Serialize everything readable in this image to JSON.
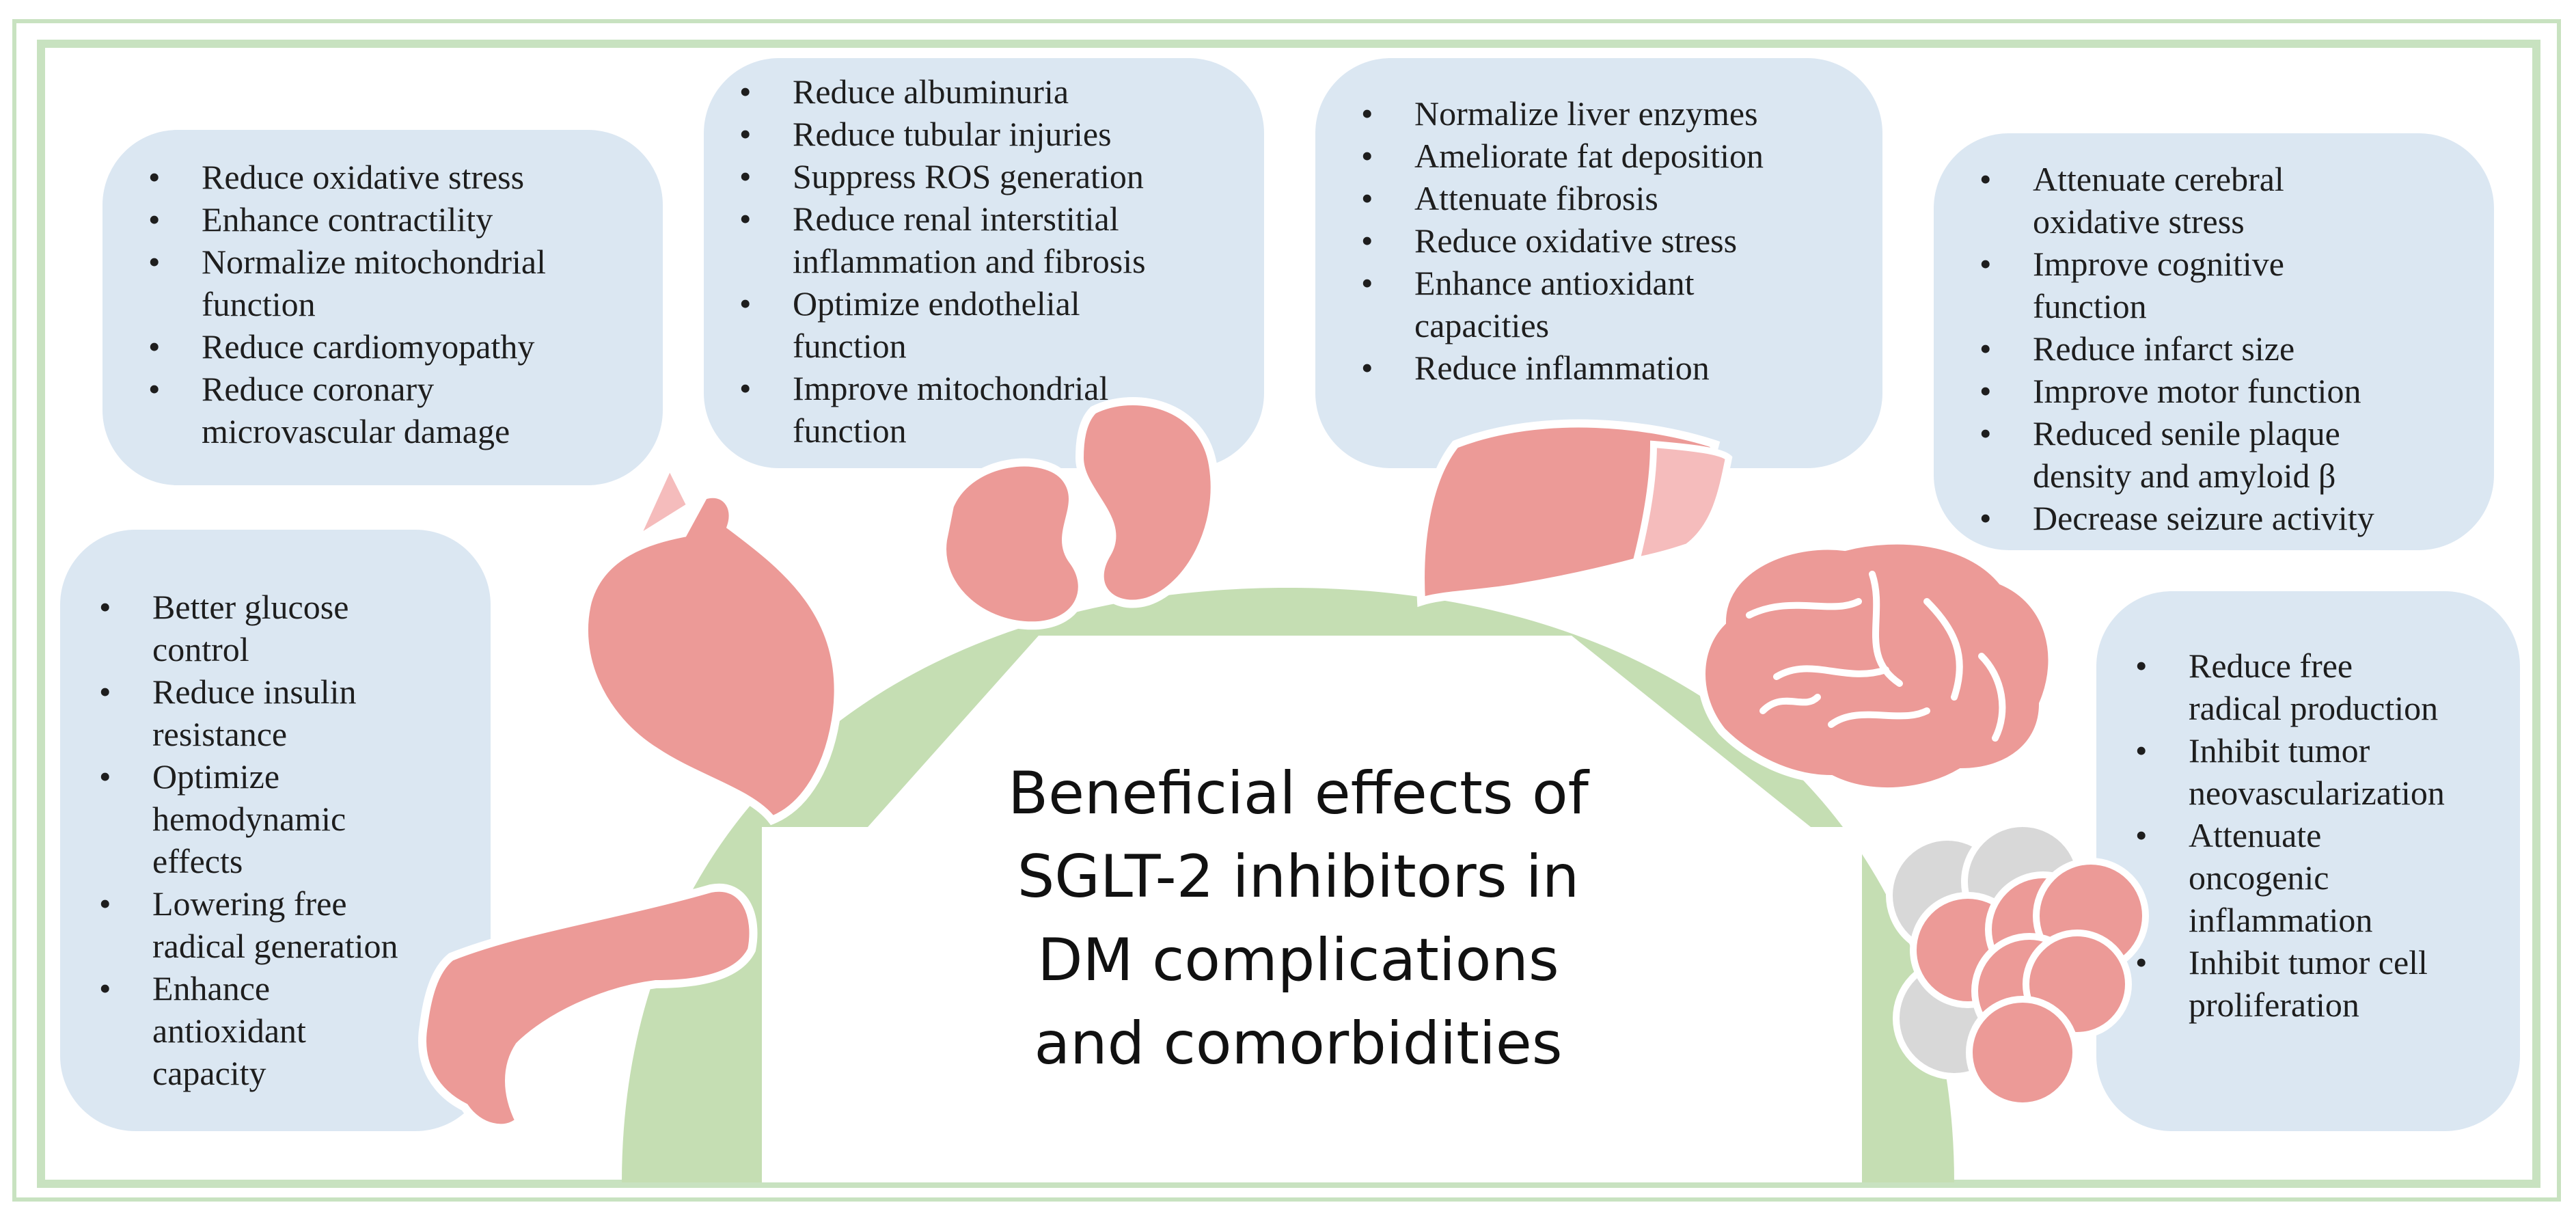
{
  "colors": {
    "frame": "#c8e2c0",
    "arch": "#c5deb3",
    "panel": "#dbe7f2",
    "organ": "#ec9a97",
    "organ_light": "#f5bcbc",
    "cell_gray": "#d8d8d8",
    "text": "#1e1e1e"
  },
  "title": {
    "lines": [
      "Beneficial effects of",
      "SGLT-2 inhibitors in",
      "DM complications",
      "and comorbidities"
    ]
  },
  "boxes": {
    "heart": {
      "items": [
        [
          "Reduce oxidative stress"
        ],
        [
          "Enhance contractility"
        ],
        [
          "Normalize mitochondrial",
          "function"
        ],
        [
          "Reduce cardiomyopathy"
        ],
        [
          "Reduce coronary",
          "microvascular damage"
        ]
      ]
    },
    "kidney": {
      "items": [
        [
          "Reduce albuminuria"
        ],
        [
          "Reduce tubular injuries"
        ],
        [
          "Suppress ROS generation"
        ],
        [
          "Reduce renal interstitial",
          "inflammation and fibrosis"
        ],
        [
          "Optimize endothelial",
          "function"
        ],
        [
          "Improve mitochondrial",
          "function"
        ]
      ]
    },
    "liver": {
      "items": [
        [
          "Normalize liver enzymes"
        ],
        [
          "Ameliorate fat deposition"
        ],
        [
          "Attenuate fibrosis"
        ],
        [
          "Reduce oxidative stress"
        ],
        [
          "Enhance antioxidant",
          "capacities"
        ],
        [
          "Reduce inflammation"
        ]
      ]
    },
    "brain": {
      "items": [
        [
          "Attenuate cerebral",
          "oxidative stress"
        ],
        [
          "Improve cognitive",
          "function"
        ],
        [
          "Reduce infarct size"
        ],
        [
          "Improve motor function"
        ],
        [
          "Reduced senile plaque",
          "density and amyloid β"
        ],
        [
          "Decrease seizure activity"
        ]
      ]
    },
    "pancreas": {
      "items": [
        [
          "Better glucose",
          "control"
        ],
        [
          "Reduce insulin",
          "resistance"
        ],
        [
          "Optimize",
          "hemodynamic",
          "effects"
        ],
        [
          "Lowering free",
          "radical generation"
        ],
        [
          "Enhance",
          "antioxidant",
          "capacity"
        ]
      ]
    },
    "tumor": {
      "items": [
        [
          "Reduce free",
          "radical production"
        ],
        [
          "Inhibit tumor",
          "neovascularization"
        ],
        [
          "Attenuate",
          "oncogenic",
          "inflammation"
        ],
        [
          "Inhibit tumor cell",
          "proliferation"
        ]
      ]
    }
  },
  "icons": [
    "heart-icon",
    "kidneys-icon",
    "liver-icon",
    "brain-icon",
    "pancreas-icon",
    "tumor-cells-icon"
  ]
}
